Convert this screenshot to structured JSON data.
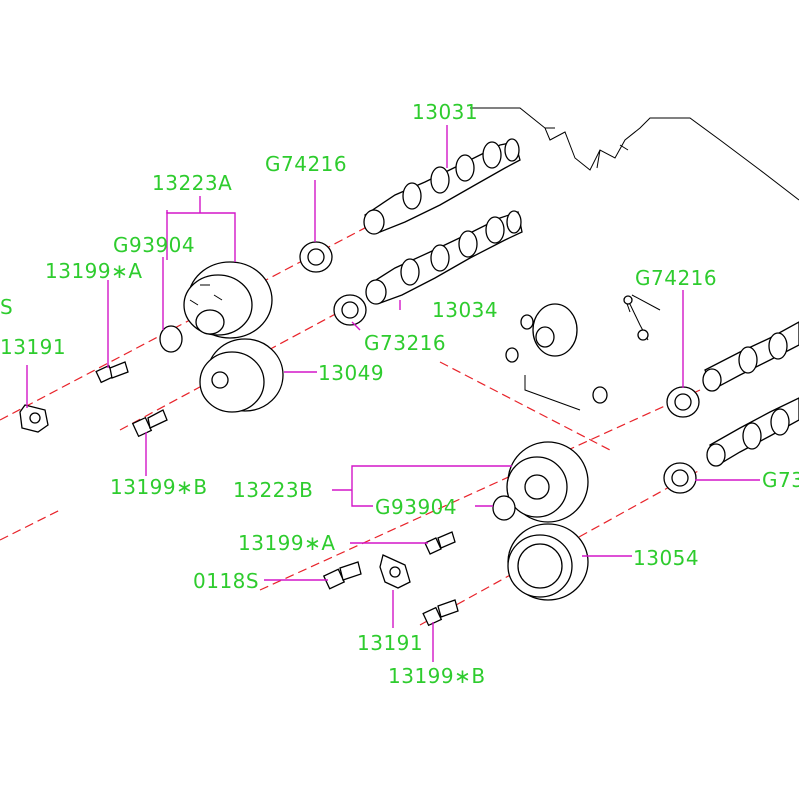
{
  "labels": {
    "l13031": "13031",
    "l13223a": "13223A",
    "g74216_top": "G74216",
    "g93904_top": "G93904",
    "l13199a_top": "13199∗A",
    "s_edge": "S",
    "l13191_top": "13191",
    "l13034": "13034",
    "g73216_top": "G73216",
    "l13049": "13049",
    "l13199b_top": "13199∗B",
    "g74216_right": "G74216",
    "l13223b": "13223B",
    "g93904_bottom": "G93904",
    "g73_right": "G73",
    "l13199a_bottom": "13199∗A",
    "l0118s": "0118S",
    "l13054": "13054",
    "l13191_bottom": "13191",
    "l13199b_bottom": "13199∗B"
  },
  "colors": {
    "label": "#2ecc2e",
    "leader": "#d316c8",
    "centerline": "#e8232a",
    "outline": "#000000"
  }
}
